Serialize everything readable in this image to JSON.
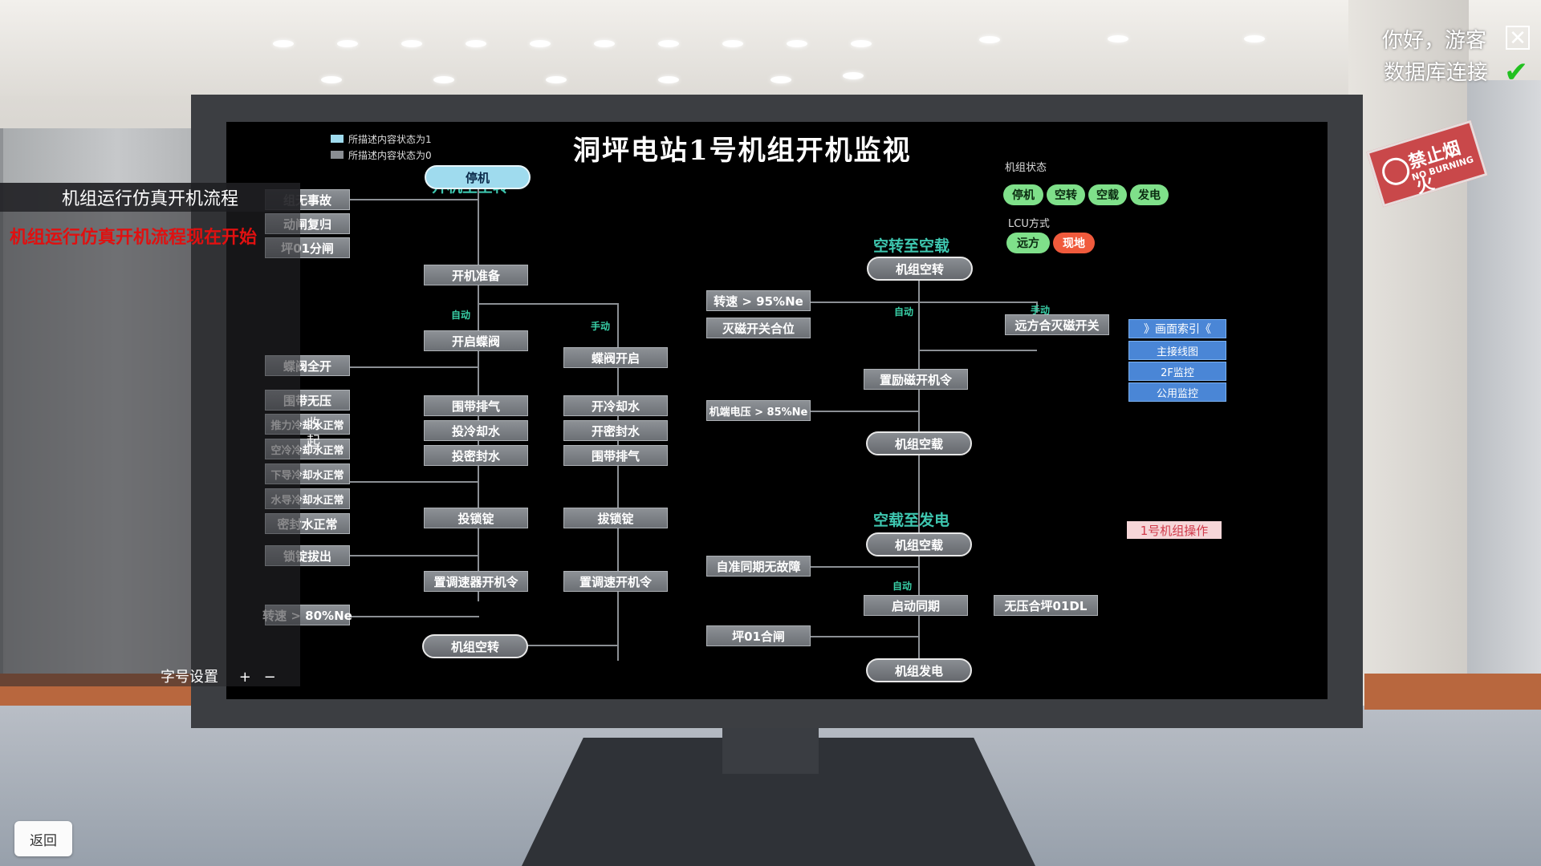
{
  "header": {
    "greeting": "你好，游客",
    "db_status": "数据库连接"
  },
  "screen": {
    "title": "洞坪电站1号机组开机监视",
    "legend": {
      "state1": "所描述内容状态为1",
      "state0": "所描述内容状态为0"
    },
    "sections": {
      "s1": "开机至空转",
      "s2": "空转至空载",
      "s3": "空载至发电"
    },
    "unit_state": {
      "label": "机组状态",
      "items": [
        "停机",
        "空转",
        "空载",
        "发电"
      ]
    },
    "lcu_mode": {
      "label": "LCU方式",
      "items": [
        "远方",
        "现地"
      ]
    },
    "modes": {
      "auto": "自动",
      "manual": "手动"
    },
    "left_conditions": [
      "组无事故",
      "动闸复归",
      "坪01分闸",
      "蝶阀全开",
      "围带无压",
      "推力冷却水正常",
      "空冷冷却水正常",
      "下导冷却水正常",
      "水导冷却水正常",
      "密封水正常",
      "锁锭拔出",
      "转速 > 80%Ne"
    ],
    "col1": {
      "stop": "停机",
      "prepare": "开机准备",
      "open_valve": "开启蝶阀",
      "seal_exhaust": "围带排气",
      "cool_water": "投冷却水",
      "seal_water": "投密封水",
      "lock": "投锁锭",
      "gov_cmd": "置调速器开机令",
      "idle": "机组空转"
    },
    "col2": {
      "valve_open": "蝶阀开启",
      "open_cool": "开冷却水",
      "open_seal": "开密封水",
      "exhaust": "围带排气",
      "pull_lock": "拔锁锭",
      "gov_cmd": "置调速开机令"
    },
    "col3": {
      "idle": "机组空转",
      "speed95": "转速 > 95%Ne",
      "field_close": "灭磁开关合位",
      "exc_cmd": "置励磁开机令",
      "volt85": "机端电压 > 85%Ne",
      "noload": "机组空载",
      "remote_field": "远方合灭磁开关"
    },
    "col4": {
      "noload": "机组空载",
      "sync_ok": "自准同期无故障",
      "start_sync": "启动同期",
      "dead_bus": "无压合坪01DL",
      "breaker_close": "坪01合闸",
      "generate": "机组发电"
    },
    "index": [
      "》画面索引《",
      "主接线图",
      "2F监控",
      "公用监控"
    ],
    "unit_op": "1号机组操作"
  },
  "panel": {
    "title": "机组运行仿真开机流程",
    "message": "机组运行仿真开机流程现在开始",
    "font_setting": "字号设置",
    "plus": "+",
    "minus": "−",
    "collapse": "收起"
  },
  "room": {
    "nosmoke_cn": "禁止烟火",
    "nosmoke_en": "NO BURNING"
  },
  "back": "返回",
  "colors": {
    "accent": "#3ec7b0",
    "pill_on": "#9fdbee",
    "status_green": "#7fe08a",
    "status_red": "#f05a3c",
    "msg_red": "#e01010"
  }
}
